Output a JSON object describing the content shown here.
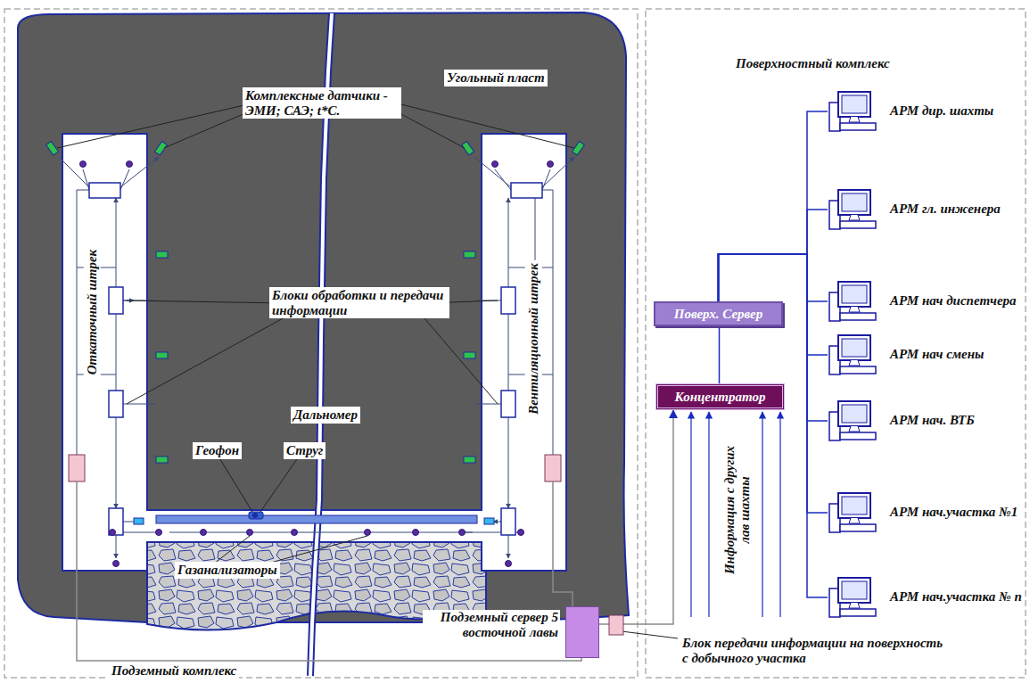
{
  "diagram": {
    "nodes": [
      {
        "text": [
          "Поверх. Сервер"
        ]
      },
      {
        "text": [
          "Концентратор"
        ]
      },
      {
        "text": [
          "АРМ дир. шахты"
        ]
      },
      {
        "text": [
          "АРМ гл. инженера"
        ]
      },
      {
        "text": [
          "АРМ нач диспетчера"
        ]
      },
      {
        "text": [
          "АРМ нач смены"
        ]
      },
      {
        "text": [
          "АРМ нач. ВТБ"
        ]
      },
      {
        "text": [
          "АРМ нач.участка №1"
        ]
      },
      {
        "text": [
          "АРМ нач.участка № n"
        ]
      },
      {
        "text": [
          "Подземный сервер 5 восточной лавы"
        ]
      }
    ],
    "edges": [
      {
        "from": 1,
        "to": 0,
        "arrow": "none"
      },
      {
        "from": 0,
        "to": 2,
        "arrow": "none"
      },
      {
        "from": 0,
        "to": 3,
        "arrow": "none"
      },
      {
        "from": 0,
        "to": 4,
        "arrow": "none"
      },
      {
        "from": 0,
        "to": 5,
        "arrow": "none"
      },
      {
        "from": 0,
        "to": 6,
        "arrow": "none"
      },
      {
        "from": 0,
        "to": 7,
        "arrow": "none"
      },
      {
        "from": 0,
        "to": 8,
        "arrow": "none"
      },
      {
        "from": 9,
        "to": 1,
        "arrow": "to"
      }
    ],
    "labels": [
      "Комплексные датчики - ЭМИ; САЭ; t*C.",
      "Угольный пласт",
      "Откаточный штрек",
      "Вентиляционный штрек",
      "Блоки обработки и передачи информации",
      "Дальномер",
      "Геофон",
      "Струг",
      "Газанализаторы",
      "Подземный комплекс",
      "Блок передачи информации на поверхность с добычного участка",
      "Поверхностный комплекс",
      "Информация с других лав шахты"
    ]
  }
}
